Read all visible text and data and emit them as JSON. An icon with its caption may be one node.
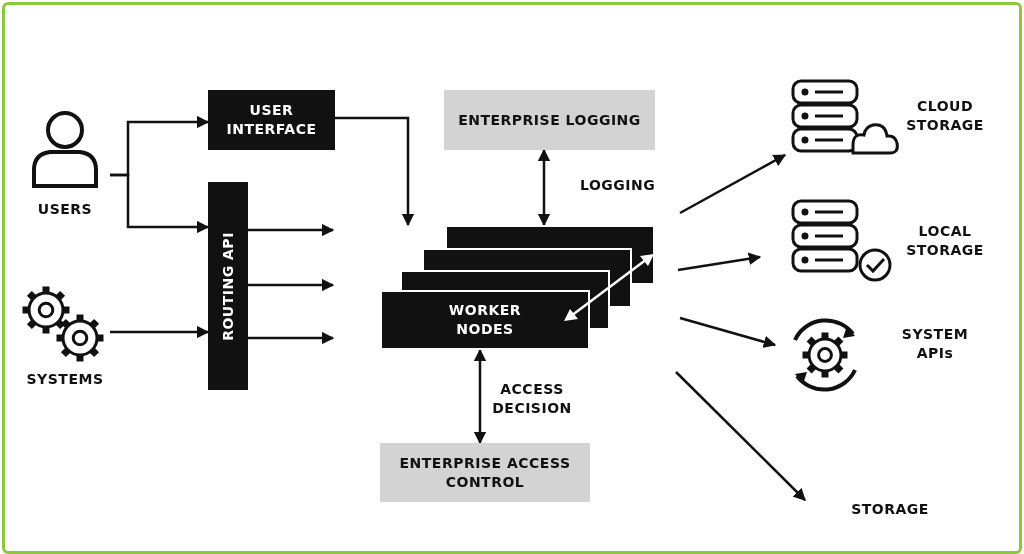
{
  "diagram": {
    "nodes": [
      {
        "text": [
          "USERS"
        ]
      },
      {
        "text": [
          "SYSTEMS"
        ]
      },
      {
        "text": [
          "USER INTERFACE"
        ]
      },
      {
        "text": [
          "ROUTING API"
        ]
      },
      {
        "text": [
          "ENTERPRISE LOGGING"
        ]
      },
      {
        "text": [
          "WORKER NODES"
        ]
      },
      {
        "text": [
          "ENTERPRISE ACCESS CONTROL"
        ]
      },
      {
        "text": [
          "CLOUD STORAGE"
        ]
      },
      {
        "text": [
          "LOCAL STORAGE"
        ]
      },
      {
        "text": [
          "SYSTEM APIs"
        ]
      },
      {
        "text": [
          "STORAGE"
        ]
      }
    ],
    "edges": [
      {
        "from": 0,
        "to": 2,
        "arrow": "to"
      },
      {
        "from": 0,
        "to": 3,
        "arrow": "to"
      },
      {
        "from": 1,
        "to": 3,
        "arrow": "to"
      },
      {
        "from": 3,
        "to": null,
        "arrow": "to"
      },
      {
        "from": 3,
        "to": null,
        "arrow": "to"
      },
      {
        "from": 3,
        "to": null,
        "arrow": "to"
      },
      {
        "from": 2,
        "to": 5,
        "arrow": "to"
      },
      {
        "from": 4,
        "to": 5,
        "arrow": "both",
        "label": "LOGGING"
      },
      {
        "from": 5,
        "to": 6,
        "arrow": "both",
        "label": "ACCESS DECISION"
      },
      {
        "from": null,
        "to": 7,
        "arrow": "to"
      },
      {
        "from": null,
        "to": 8,
        "arrow": "to"
      },
      {
        "from": null,
        "to": 9,
        "arrow": "to"
      },
      {
        "from": null,
        "to": 10,
        "arrow": "to"
      }
    ]
  }
}
